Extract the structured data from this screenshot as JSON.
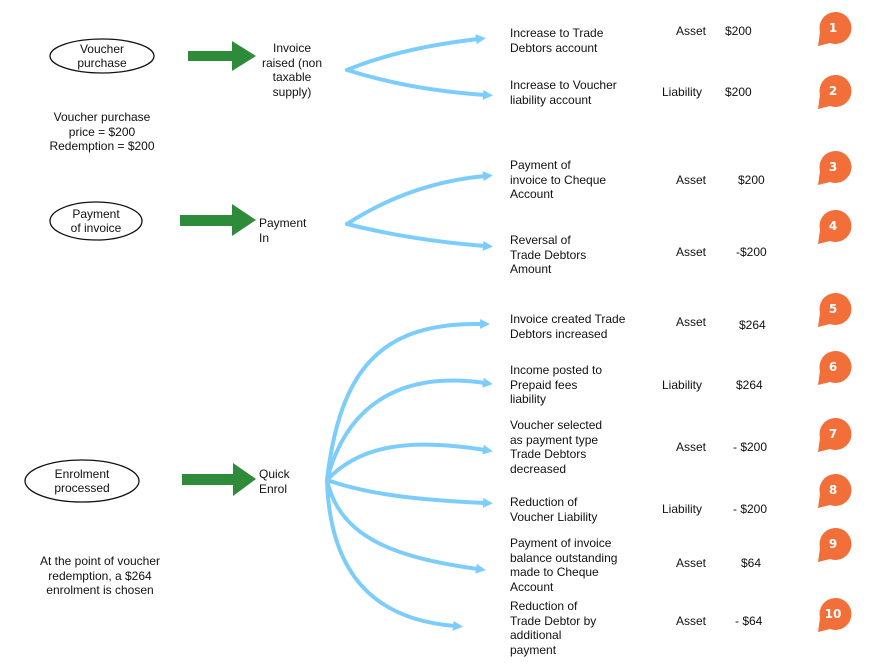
{
  "events": [
    {
      "label": "Voucher\npurchase",
      "trigger": "Invoice\nraised (non\ntaxable\nsupply)"
    },
    {
      "label": "Payment\nof invoice",
      "trigger": "Payment\nIn"
    },
    {
      "label": "Enrolment\nprocessed",
      "trigger": "Quick\nEnrol"
    }
  ],
  "notes": {
    "voucher": "Voucher purchase\nprice = $200\nRedemption = $200",
    "redemption": "At the point of voucher\nredemption, a $264\nenrolment is chosen"
  },
  "entries": [
    {
      "number": "1",
      "description": "Increase to Trade\nDebtors account",
      "type": "Asset",
      "amount": "$200"
    },
    {
      "number": "2",
      "description": "Increase to Voucher\nliability account",
      "type": "Liability",
      "amount": "$200"
    },
    {
      "number": "3",
      "description": "Payment of\ninvoice to Cheque\nAccount",
      "type": "Asset",
      "amount": "$200"
    },
    {
      "number": "4",
      "description": "Reversal of\nTrade Debtors\nAmount",
      "type": "Asset",
      "amount": "-$200"
    },
    {
      "number": "5",
      "description": "Invoice created Trade\nDebtors increased",
      "type": "Asset",
      "amount": "$264"
    },
    {
      "number": "6",
      "description": "Income posted to\nPrepaid fees\nliability",
      "type": "Liability",
      "amount": "$264"
    },
    {
      "number": "7",
      "description": "Voucher selected\nas payment type\nTrade Debtors\ndecreased",
      "type": "Asset",
      "amount": "- $200"
    },
    {
      "number": "8",
      "description": "Reduction of\nVoucher Liability",
      "type": "Liability",
      "amount": "- $200"
    },
    {
      "number": "9",
      "description": "Payment of invoice\nbalance outstanding\nmade to Cheque\nAccount",
      "type": "Asset",
      "amount": "$64"
    },
    {
      "number": "10",
      "description": "Reduction of\nTrade Debtor by\nadditional\npayment",
      "type": "Asset",
      "amount": "- $64"
    }
  ],
  "colors": {
    "green_arrow": "#2e8b3a",
    "blue_arrow": "#7ccdfb",
    "badge": "#f36f3a"
  }
}
